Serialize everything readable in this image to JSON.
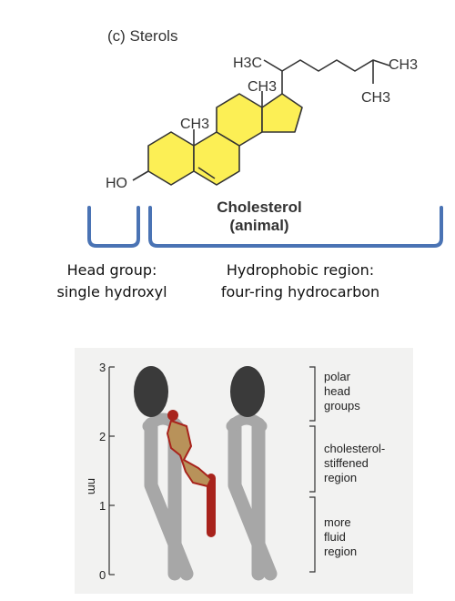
{
  "structure": {
    "section_label": "(c) Sterols",
    "molecule_name": "Cholesterol",
    "molecule_source": "(animal)",
    "hydroxyl_label": "HO",
    "methyl_labels": [
      "H3C",
      "CH3",
      "CH3",
      "CH3",
      "CH3"
    ],
    "ring_color": "#fcef55"
  },
  "regions": {
    "head_group": [
      "Head group:",
      "single hydroxyl"
    ],
    "hydrophobic": [
      "Hydrophobic region:",
      "four-ring hydrocarbon"
    ],
    "bracket_color": "#4a73b4"
  },
  "membrane_diagram": {
    "axis_unit": "nm",
    "axis_ticks": [
      "3",
      "2",
      "1",
      "0"
    ],
    "side_labels": [
      [
        "polar",
        "head",
        "groups"
      ],
      [
        "cholesterol-",
        "stiffened",
        "region"
      ],
      [
        "more",
        "fluid",
        "region"
      ]
    ],
    "colors": {
      "lipid_head": "#3a3a3a",
      "lipid_tail": "#a7a7a7",
      "cholesterol_tail": "#a8231c",
      "cholesterol_rings": "#b8925a"
    }
  }
}
